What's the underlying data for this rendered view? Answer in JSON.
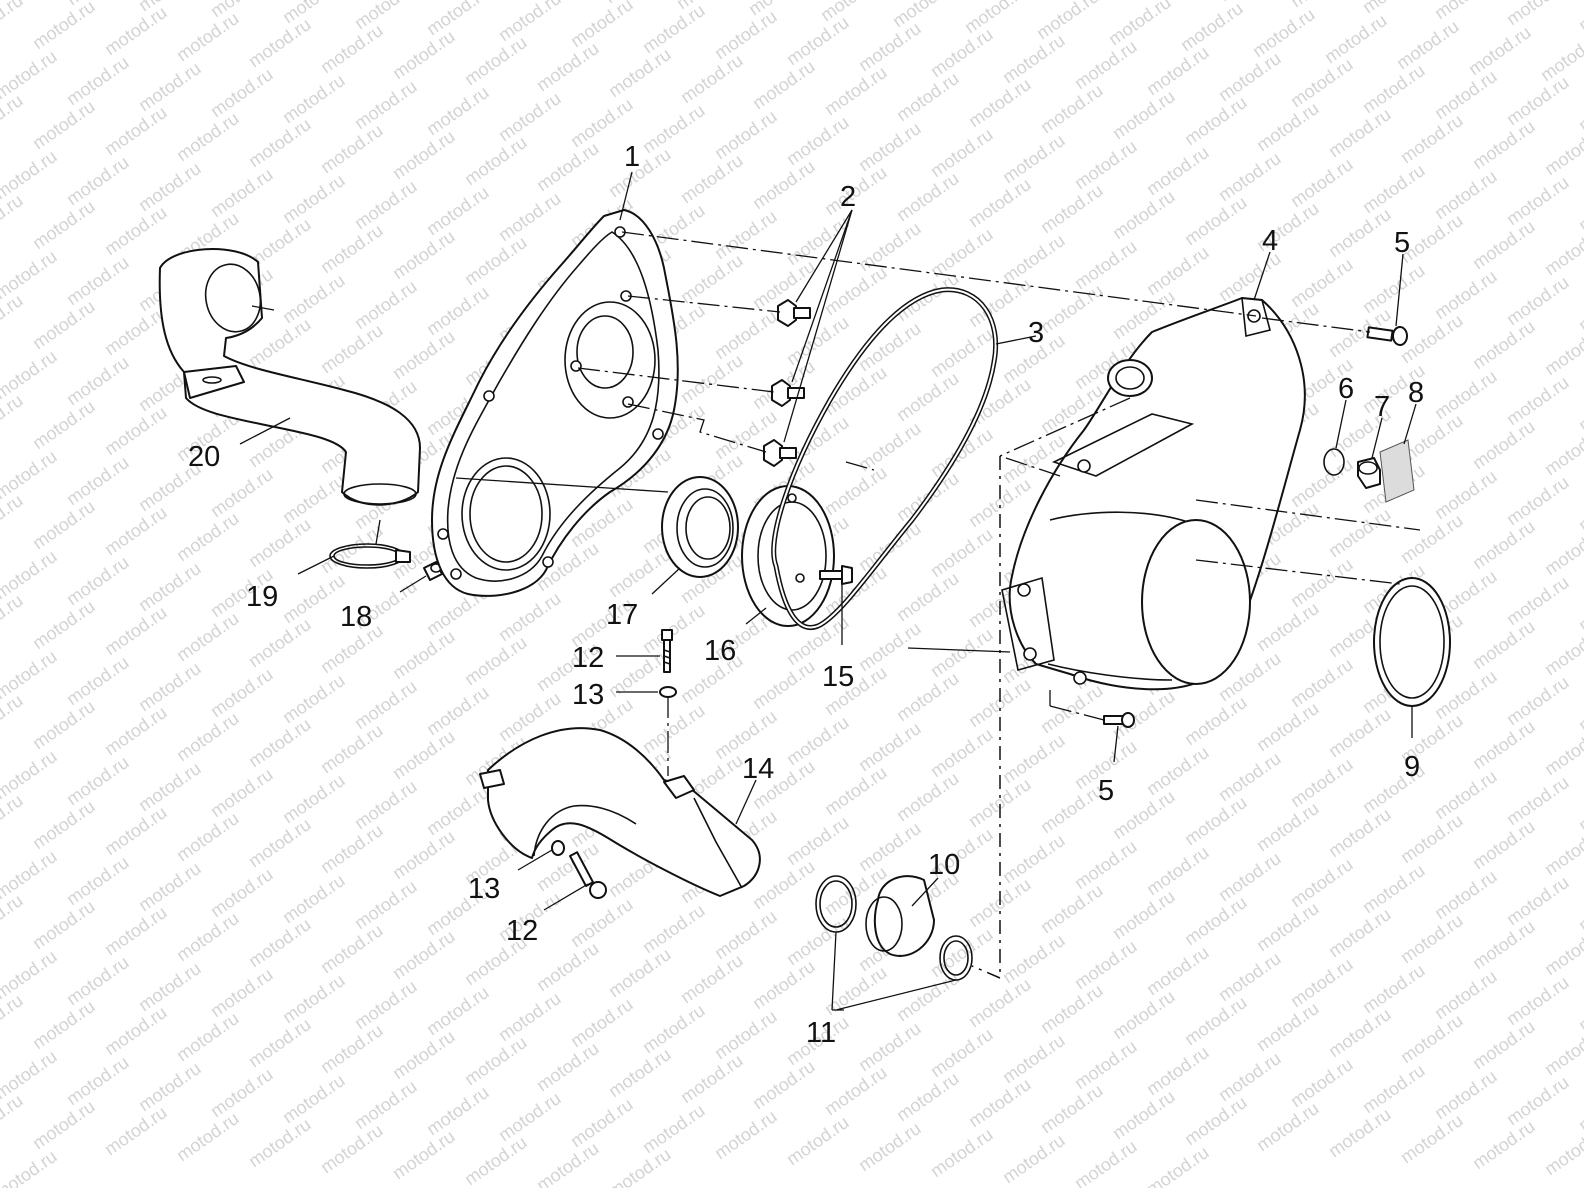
{
  "watermark": {
    "text": "motod.ru",
    "color": "#d3d3d3"
  },
  "callouts": {
    "c1": "1",
    "c2": "2",
    "c3": "3",
    "c4": "4",
    "c5a": "5",
    "c5b": "5",
    "c6": "6",
    "c7": "7",
    "c8": "8",
    "c9": "9",
    "c10": "10",
    "c11": "11",
    "c12a": "12",
    "c12b": "12",
    "c13a": "13",
    "c13b": "13",
    "c14": "14",
    "c15": "15",
    "c16": "16",
    "c17": "17",
    "c18": "18",
    "c19": "19",
    "c20": "20"
  }
}
